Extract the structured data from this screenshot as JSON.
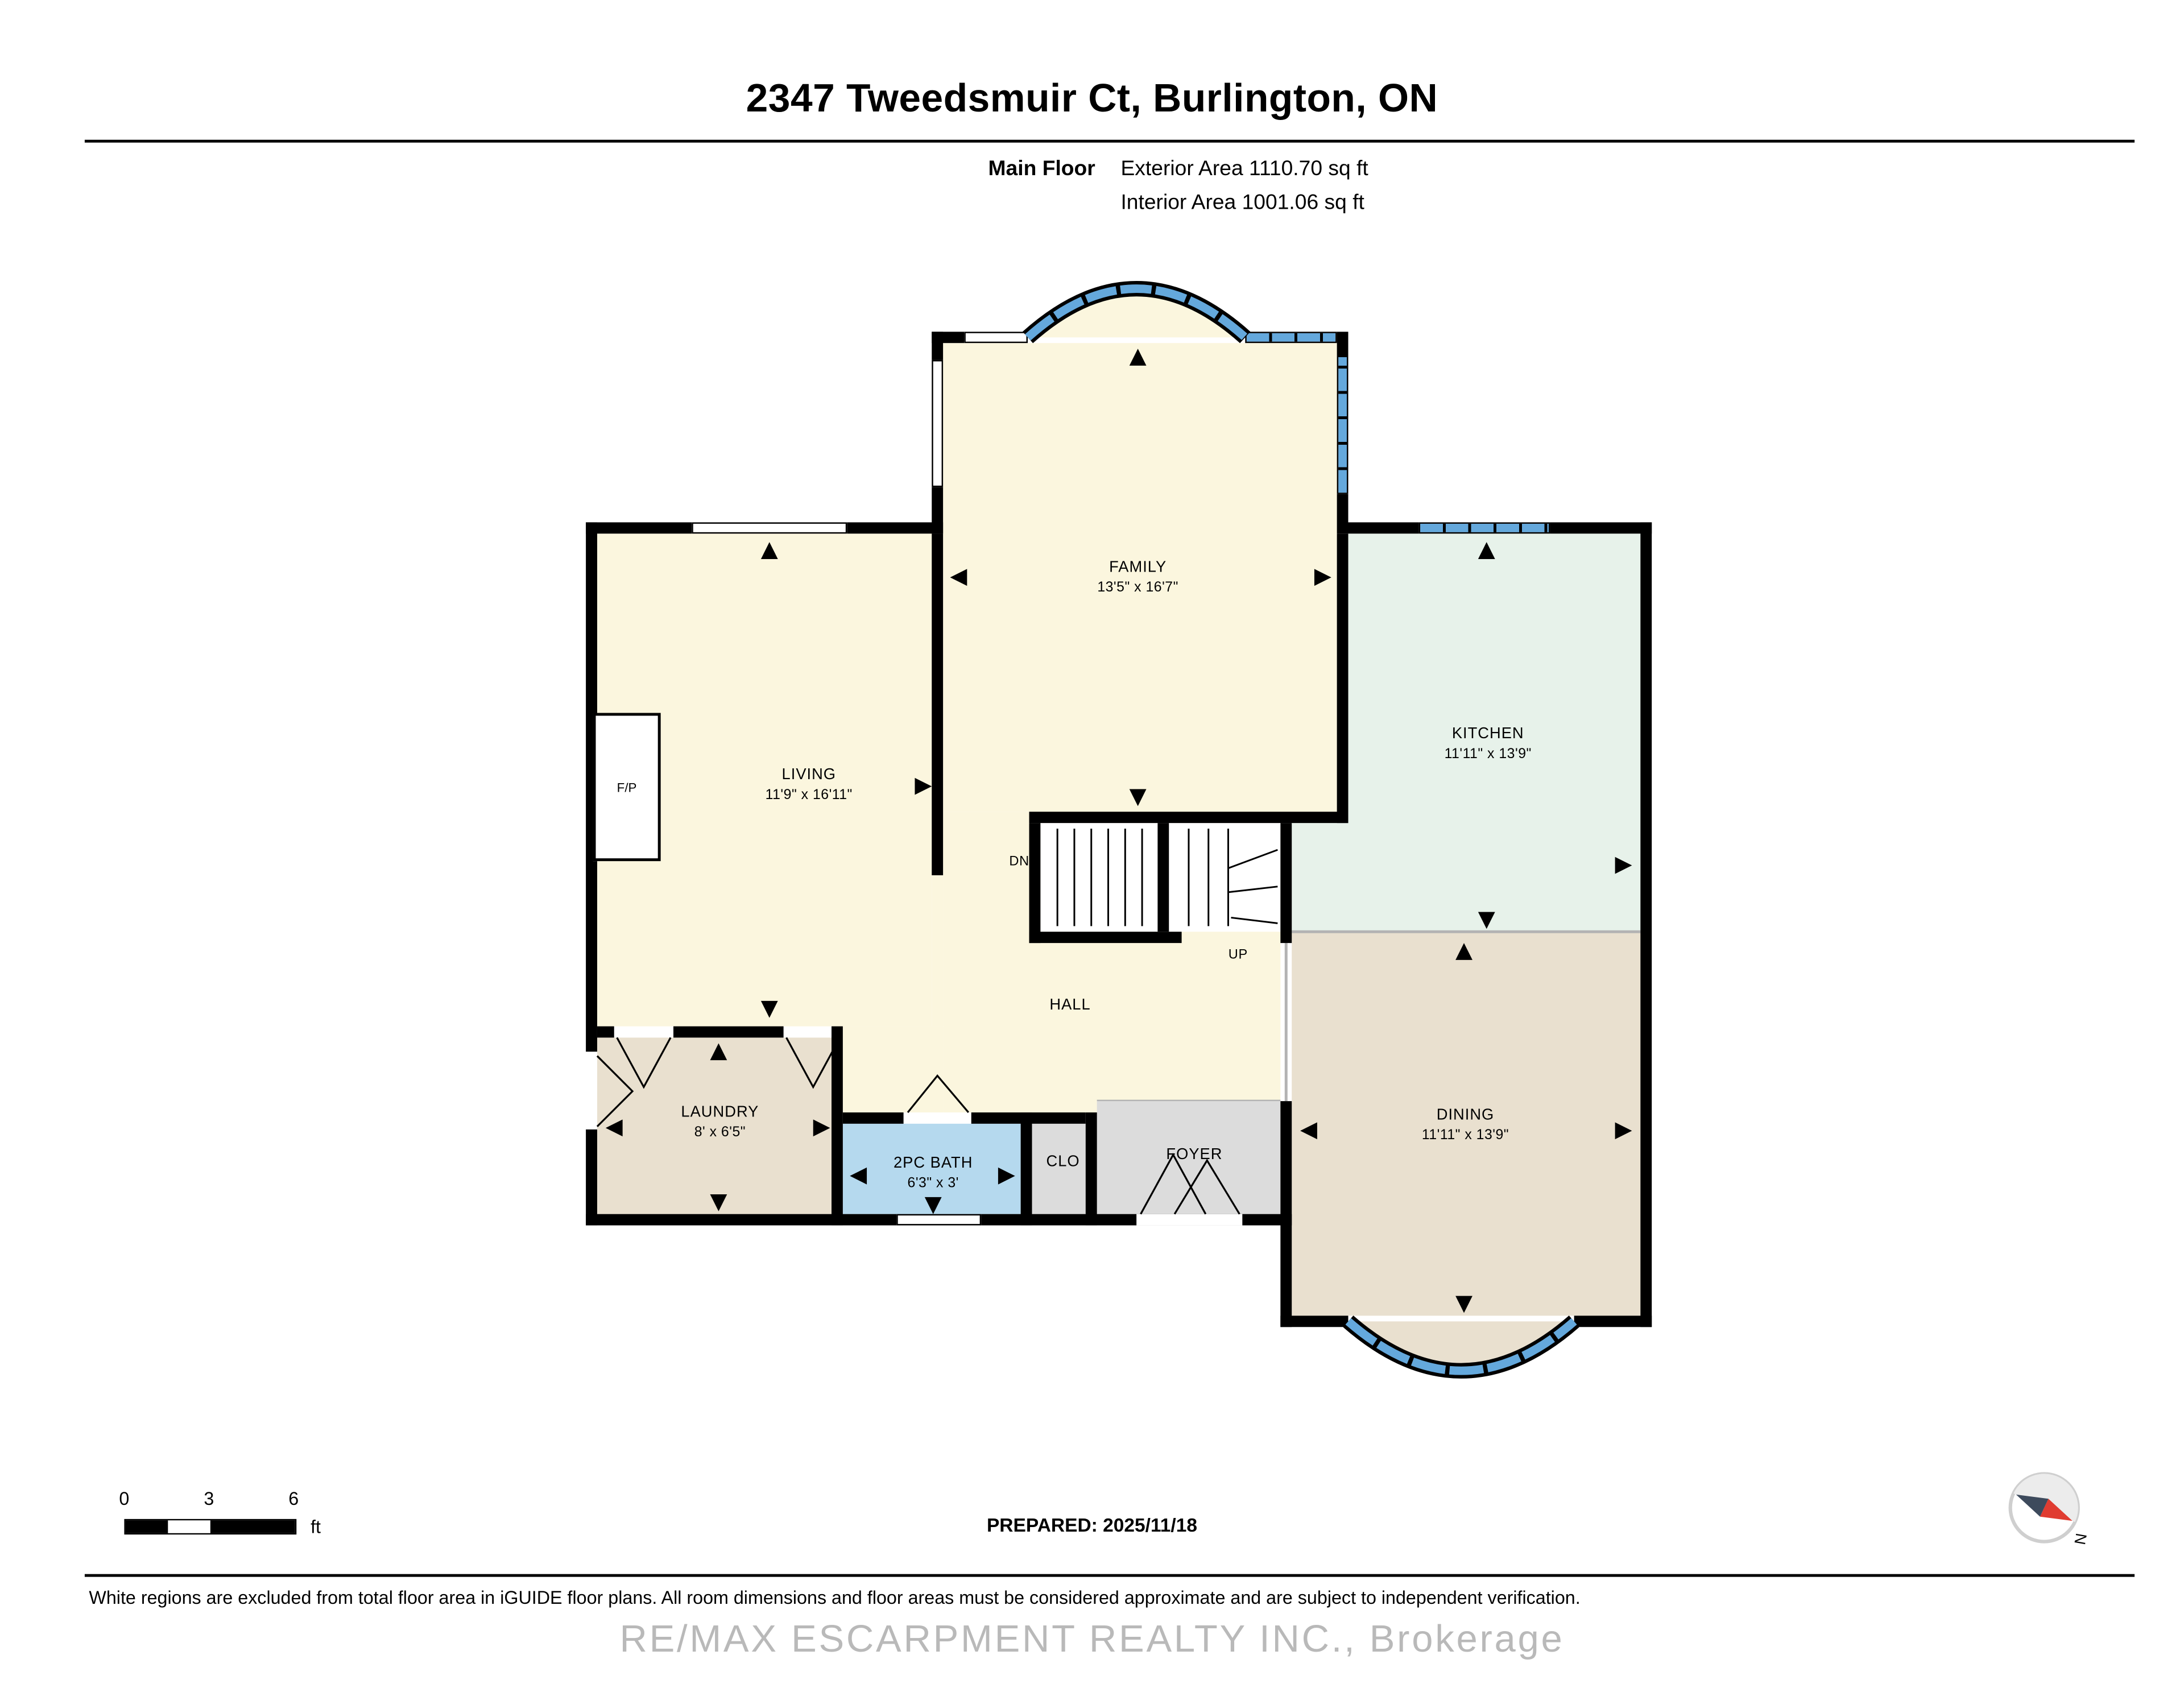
{
  "header": {
    "title": "2347 Tweedsmuir Ct, Burlington, ON",
    "floor_label": "Main Floor",
    "exterior_area": "Exterior Area 1110.70 sq ft",
    "interior_area": "Interior Area 1001.06 sq ft"
  },
  "plan": {
    "rooms": [
      {
        "name": "FAMILY",
        "dims": "13'5\" x 16'7\""
      },
      {
        "name": "LIVING",
        "dims": "11'9\" x 16'11\""
      },
      {
        "name": "KITCHEN",
        "dims": "11'11\" x 13'9\""
      },
      {
        "name": "DINING",
        "dims": "11'11\" x 13'9\""
      },
      {
        "name": "LAUNDRY",
        "dims": "8' x 6'5\""
      },
      {
        "name": "2PC BATH",
        "dims": "6'3\" x 3'"
      }
    ],
    "labels": {
      "closet": "CLO",
      "foyer": "FOYER",
      "hall": "HALL",
      "stairs_down": "DN",
      "stairs_up": "UP",
      "fireplace": "F/P"
    }
  },
  "footer": {
    "scale_ticks": [
      "0",
      "3",
      "6"
    ],
    "scale_unit": "ft",
    "prepared": "PREPARED: 2025/11/18",
    "compass_north": "N",
    "disclaimer": "White regions are excluded from total floor area in iGUIDE floor plans. All room dimensions and floor areas must be considered approximate and are subject to independent verification.",
    "watermark": "RE/MAX ESCARPMENT REALTY INC., Brokerage"
  },
  "colors": {
    "cream": "#fbf6de",
    "mint": "#e7f2ea",
    "tan": "#e9e0cf",
    "bath_blue": "#b5d9ee",
    "gray": "#dcdcdc",
    "glass_blue": "#64a8dc"
  }
}
